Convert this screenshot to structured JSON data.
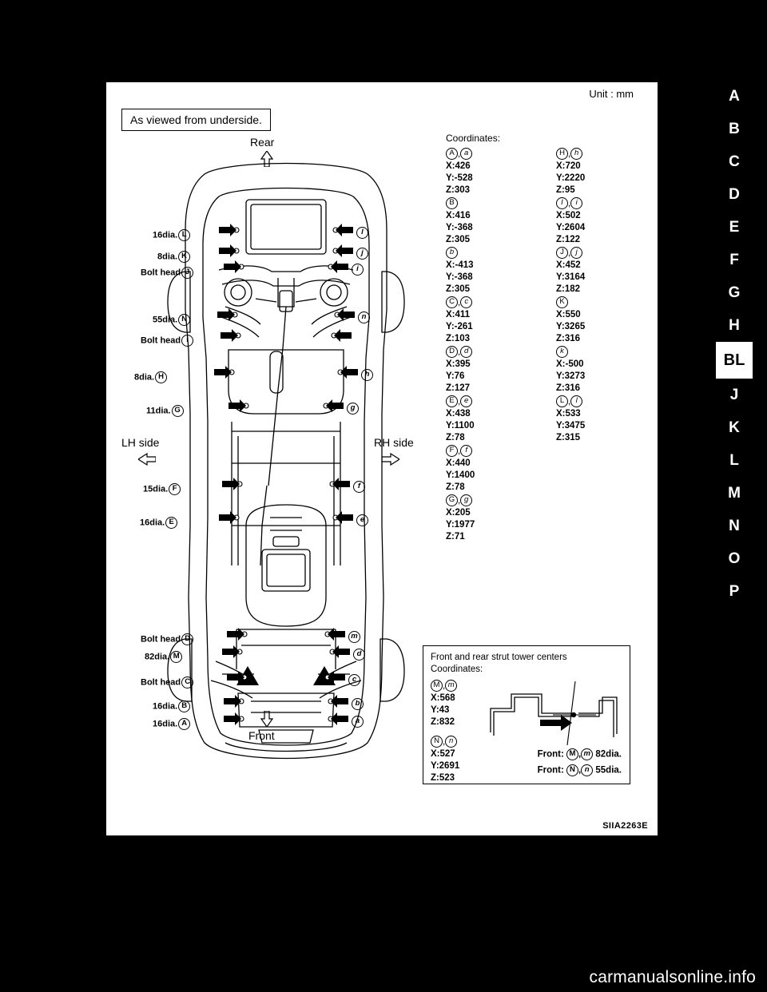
{
  "page": {
    "unit_label": "Unit : mm",
    "as_viewed": "As viewed from underside.",
    "figure_code": "SIIA2263E",
    "watermark": "carmanualsonline.info"
  },
  "tabs": [
    {
      "label": "A",
      "active": false
    },
    {
      "label": "B",
      "active": false
    },
    {
      "label": "C",
      "active": false
    },
    {
      "label": "D",
      "active": false
    },
    {
      "label": "E",
      "active": false
    },
    {
      "label": "F",
      "active": false
    },
    {
      "label": "G",
      "active": false
    },
    {
      "label": "H",
      "active": false
    },
    {
      "label": "BL",
      "active": true
    },
    {
      "label": "J",
      "active": false
    },
    {
      "label": "K",
      "active": false
    },
    {
      "label": "L",
      "active": false
    },
    {
      "label": "M",
      "active": false
    },
    {
      "label": "N",
      "active": false
    },
    {
      "label": "O",
      "active": false
    },
    {
      "label": "P",
      "active": false
    }
  ],
  "orientation": {
    "rear": "Rear",
    "front": "Front",
    "lh": "LH side",
    "rh": "RH side"
  },
  "coordinates": {
    "heading": "Coordinates:",
    "left_column": [
      {
        "marks": "A,a",
        "x": "X:426",
        "y": "Y:-528",
        "z": "Z:303"
      },
      {
        "marks": "B",
        "x": "X:416",
        "y": "Y:-368",
        "z": "Z:305"
      },
      {
        "marks": "b",
        "x": "X:-413",
        "y": "Y:-368",
        "z": "Z:305"
      },
      {
        "marks": "C,c",
        "x": "X:411",
        "y": "Y:-261",
        "z": "Z:103"
      },
      {
        "marks": "D,d",
        "x": "X:395",
        "y": "Y:76",
        "z": "Z:127"
      },
      {
        "marks": "E,e",
        "x": "X:438",
        "y": "Y:1100",
        "z": "Z:78"
      },
      {
        "marks": "F,f",
        "x": "X:440",
        "y": "Y:1400",
        "z": "Z:78"
      },
      {
        "marks": "G,g",
        "x": "X:205",
        "y": "Y:1977",
        "z": "Z:71"
      }
    ],
    "right_column": [
      {
        "marks": "H,h",
        "x": "X:720",
        "y": "Y:2220",
        "z": "Z:95"
      },
      {
        "marks": "I,i",
        "x": "X:502",
        "y": "Y:2604",
        "z": "Z:122"
      },
      {
        "marks": "J,j",
        "x": "X:452",
        "y": "Y:3164",
        "z": "Z:182"
      },
      {
        "marks": "K",
        "x": "X:550",
        "y": "Y:3265",
        "z": "Z:316"
      },
      {
        "marks": "k",
        "x": "X:-500",
        "y": "Y:3273",
        "z": "Z:316"
      },
      {
        "marks": "L,l",
        "x": "X:533",
        "y": "Y:3475",
        "z": "Z:315"
      }
    ]
  },
  "strut_box": {
    "title": "Front and rear strut tower centers",
    "subtitle": "Coordinates:",
    "entries": [
      {
        "marks": "M,m",
        "x": "X:568",
        "y": "Y:43",
        "z": "Z:832"
      },
      {
        "marks": "N,n",
        "x": "X:527",
        "y": "Y:2691",
        "z": "Z:523"
      }
    ],
    "footnotes": [
      {
        "label": "Front:",
        "marks": "M,m",
        "spec": "82dia."
      },
      {
        "label": "Front:",
        "marks": "N,n",
        "spec": "55dia."
      }
    ]
  },
  "callouts": [
    {
      "id": "c-16dia-L",
      "text": "16dia.",
      "mark": "L"
    },
    {
      "id": "c-8dia-K",
      "text": "8dia.",
      "mark": "K"
    },
    {
      "id": "c-bolt-J",
      "text": "Bolt head",
      "mark": "J"
    },
    {
      "id": "c-55dia-N",
      "text": "55dia.",
      "mark": "N"
    },
    {
      "id": "c-bolt-I",
      "text": "Bolt head",
      "mark": "I"
    },
    {
      "id": "c-8dia-H",
      "text": "8dia.",
      "mark": "H"
    },
    {
      "id": "c-11dia-G",
      "text": "11dia.",
      "mark": "G"
    },
    {
      "id": "c-15dia-F",
      "text": "15dia.",
      "mark": "F"
    },
    {
      "id": "c-16dia-E",
      "text": "16dia.",
      "mark": "E"
    },
    {
      "id": "c-bolt-D",
      "text": "Bolt head",
      "mark": "D"
    },
    {
      "id": "c-82dia-M",
      "text": "82dia.",
      "mark": "M"
    },
    {
      "id": "c-bolt-C",
      "text": "Bolt head",
      "mark": "C"
    },
    {
      "id": "c-16dia-B",
      "text": "16dia.",
      "mark": "B"
    },
    {
      "id": "c-16dia-A",
      "text": "16dia.",
      "mark": "A"
    }
  ],
  "right_marks": [
    "l",
    "j",
    "i",
    "n",
    "h",
    "g",
    "f",
    "e",
    "m",
    "d",
    "c",
    "b",
    "a"
  ]
}
